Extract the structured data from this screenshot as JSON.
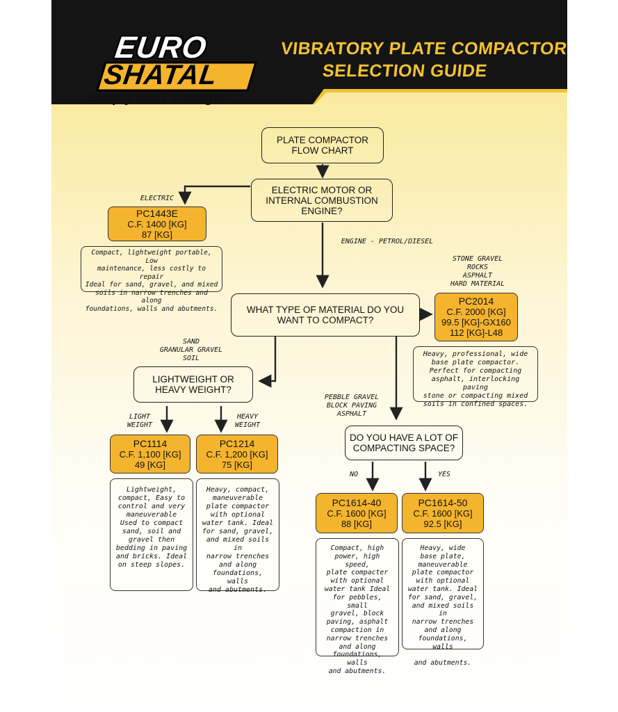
{
  "brand": {
    "logo_top": "EURO",
    "logo_bottom": "SHATAL",
    "tagline": "Simply built stronger"
  },
  "title": {
    "line1": "VIBRATORY PLATE COMPACTOR",
    "line2": "SELECTION GUIDE"
  },
  "colors": {
    "product_fill": "#f4b42e",
    "header_band": "#141414",
    "title_text": "#f2c230"
  },
  "flow": {
    "start": [
      "PLATE COMPACTOR",
      "FLOW CHART"
    ],
    "q_power": [
      "ELECTRIC MOTOR OR",
      "INTERNAL COMBUSTION",
      "ENGINE?"
    ],
    "q_material": [
      "WHAT TYPE OF MATERIAL DO YOU",
      "WANT TO COMPACT?"
    ],
    "q_weight": [
      "LIGHTWEIGHT OR",
      "HEAVY WEIGHT?"
    ],
    "q_space": [
      "DO YOU HAVE A LOT OF",
      "COMPACTING SPACE?"
    ]
  },
  "labels": {
    "electric": "ELECTRIC",
    "engine": "ENGINE - PETROL/DIESEL",
    "hard": "STONE GRAVEL\nROCKS\nASPHALT\nHARD MATERIAL",
    "sand": "SAND\nGRANULAR GRAVEL\nSOIL",
    "pebble": "PEBBLE GRAVEL\nBLOCK PAVING\nASPHALT",
    "light": "LIGHT\nWEIGHT",
    "heavy": "HEAVY\nWEIGHT",
    "no": "NO",
    "yes": "YES"
  },
  "products": {
    "pc1443e": {
      "name": "PC1443E",
      "force": "C.F. 1400 [KG]",
      "weight": "87 [KG]",
      "desc": "Compact, lightweight portable, Low\nmaintenance, less costly to repair\nIdeal for sand, gravel, and mixed\nsoils in narrow trenches and along\nfoundations, walls and abutments."
    },
    "pc2014": {
      "name": "PC2014",
      "force": "C.F. 2000 [KG]",
      "weight": "99.5 [KG]-GX160",
      "weight2": "112 [KG]-L48",
      "desc": "Heavy, professional, wide\nbase plate compactor.\nPerfect for compacting\nasphalt, interlocking paving\nstone or compacting mixed\nsoils in confined spaces."
    },
    "pc1114": {
      "name": "PC1114",
      "force": "C.F. 1,100 [KG]",
      "weight": "49 [KG]",
      "desc": "Lightweight,\ncompact, Easy to\ncontrol and very\nmaneuverable\nUsed to compact\nsand, soil and\ngravel then\nbedding in paving\nand bricks. Ideal\non steep slopes."
    },
    "pc1214": {
      "name": "PC1214",
      "force": "C.F. 1,200 [KG]",
      "weight": "75 [KG]",
      "desc": "Heavy, compact,\nmaneuverable\nplate compactor\nwith optional\nwater tank. Ideal\nfor sand, gravel,\nand mixed soils in\nnarrow trenches\nand along\nfoundations, walls\nand abutments."
    },
    "pc1614_40": {
      "name": "PC1614-40",
      "force": "C.F. 1600 [KG]",
      "weight": "88 [KG]",
      "desc": "Compact, high\npower, high speed,\nplate compacter\nwith optional\nwater tank Ideal\nfor pebbles, small\ngravel, block\npaving, asphalt\ncompaction in\nnarrow trenches\nand along\nfoundations, walls\nand abutments."
    },
    "pc1614_50": {
      "name": "PC1614-50",
      "force": "C.F. 1600 [KG]",
      "weight": "92.5 [KG]",
      "desc": "Heavy, wide\nbase plate,\nmaneuverable\nplate compactor\nwith optional\nwater tank. Ideal\nfor sand, gravel,\nand mixed soils in\nnarrow trenches\nand along\nfoundations, walls\n\nand abutments."
    }
  }
}
